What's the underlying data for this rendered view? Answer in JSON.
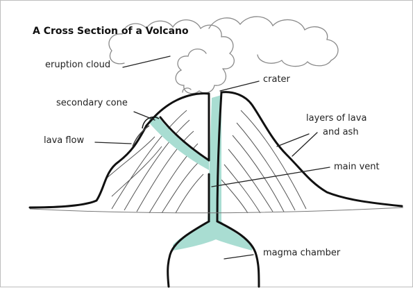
{
  "diagram": {
    "title": "A Cross Section of a Volcano",
    "labels": {
      "eruption_cloud": "eruption cloud",
      "crater": "crater",
      "secondary_cone": "secondary cone",
      "lava_flow": "lava flow",
      "layers_line1": "layers of lava",
      "layers_line2": "and ash",
      "main_vent": "main vent",
      "magma_chamber": "magma chamber"
    },
    "colors": {
      "magma": "#a9ddd2",
      "outline": "#111111",
      "layer_lines": "#555555",
      "cloud_outline": "#8a8a8a"
    }
  }
}
